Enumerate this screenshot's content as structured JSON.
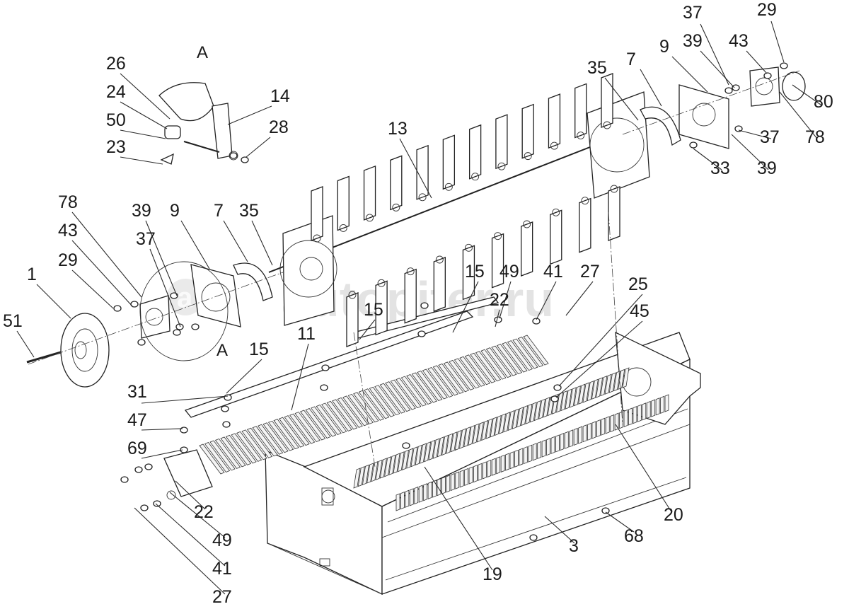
{
  "watermark": "autopiter.ru",
  "view_label": "A",
  "detail_label": "A",
  "callouts": [
    {
      "id": "c-29-top",
      "text": "29"
    },
    {
      "id": "c-37-top",
      "text": "37"
    },
    {
      "id": "c-39-top",
      "text": "39"
    },
    {
      "id": "c-43-top",
      "text": "43"
    },
    {
      "id": "c-9-top",
      "text": "9"
    },
    {
      "id": "c-7-top",
      "text": "7"
    },
    {
      "id": "c-35-top",
      "text": "35"
    },
    {
      "id": "c-80",
      "text": "80"
    },
    {
      "id": "c-37-right",
      "text": "37"
    },
    {
      "id": "c-78-right",
      "text": "78"
    },
    {
      "id": "c-39-right",
      "text": "39"
    },
    {
      "id": "c-33",
      "text": "33"
    },
    {
      "id": "c-13",
      "text": "13"
    },
    {
      "id": "c-26",
      "text": "26"
    },
    {
      "id": "c-24",
      "text": "24"
    },
    {
      "id": "c-14",
      "text": "14"
    },
    {
      "id": "c-50",
      "text": "50"
    },
    {
      "id": "c-28",
      "text": "28"
    },
    {
      "id": "c-23",
      "text": "23"
    },
    {
      "id": "c-78-left",
      "text": "78"
    },
    {
      "id": "c-43-left",
      "text": "43"
    },
    {
      "id": "c-39-left",
      "text": "39"
    },
    {
      "id": "c-9-left",
      "text": "9"
    },
    {
      "id": "c-7-left",
      "text": "7"
    },
    {
      "id": "c-35-left",
      "text": "35"
    },
    {
      "id": "c-37-left",
      "text": "37"
    },
    {
      "id": "c-29-left",
      "text": "29"
    },
    {
      "id": "c-1",
      "text": "1"
    },
    {
      "id": "c-51",
      "text": "51"
    },
    {
      "id": "c-15-a",
      "text": "15"
    },
    {
      "id": "c-49-mid",
      "text": "49"
    },
    {
      "id": "c-41-mid",
      "text": "41"
    },
    {
      "id": "c-27-mid",
      "text": "27"
    },
    {
      "id": "c-22-mid",
      "text": "22"
    },
    {
      "id": "c-15-b",
      "text": "15"
    },
    {
      "id": "c-25",
      "text": "25"
    },
    {
      "id": "c-45",
      "text": "45"
    },
    {
      "id": "c-11",
      "text": "11"
    },
    {
      "id": "c-15-c",
      "text": "15"
    },
    {
      "id": "c-31",
      "text": "31"
    },
    {
      "id": "c-47",
      "text": "47"
    },
    {
      "id": "c-69",
      "text": "69"
    },
    {
      "id": "c-22-bot",
      "text": "22"
    },
    {
      "id": "c-49-bot",
      "text": "49"
    },
    {
      "id": "c-41-bot",
      "text": "41"
    },
    {
      "id": "c-27-bot",
      "text": "27"
    },
    {
      "id": "c-19",
      "text": "19"
    },
    {
      "id": "c-3",
      "text": "3"
    },
    {
      "id": "c-68",
      "text": "68"
    },
    {
      "id": "c-20",
      "text": "20"
    }
  ]
}
